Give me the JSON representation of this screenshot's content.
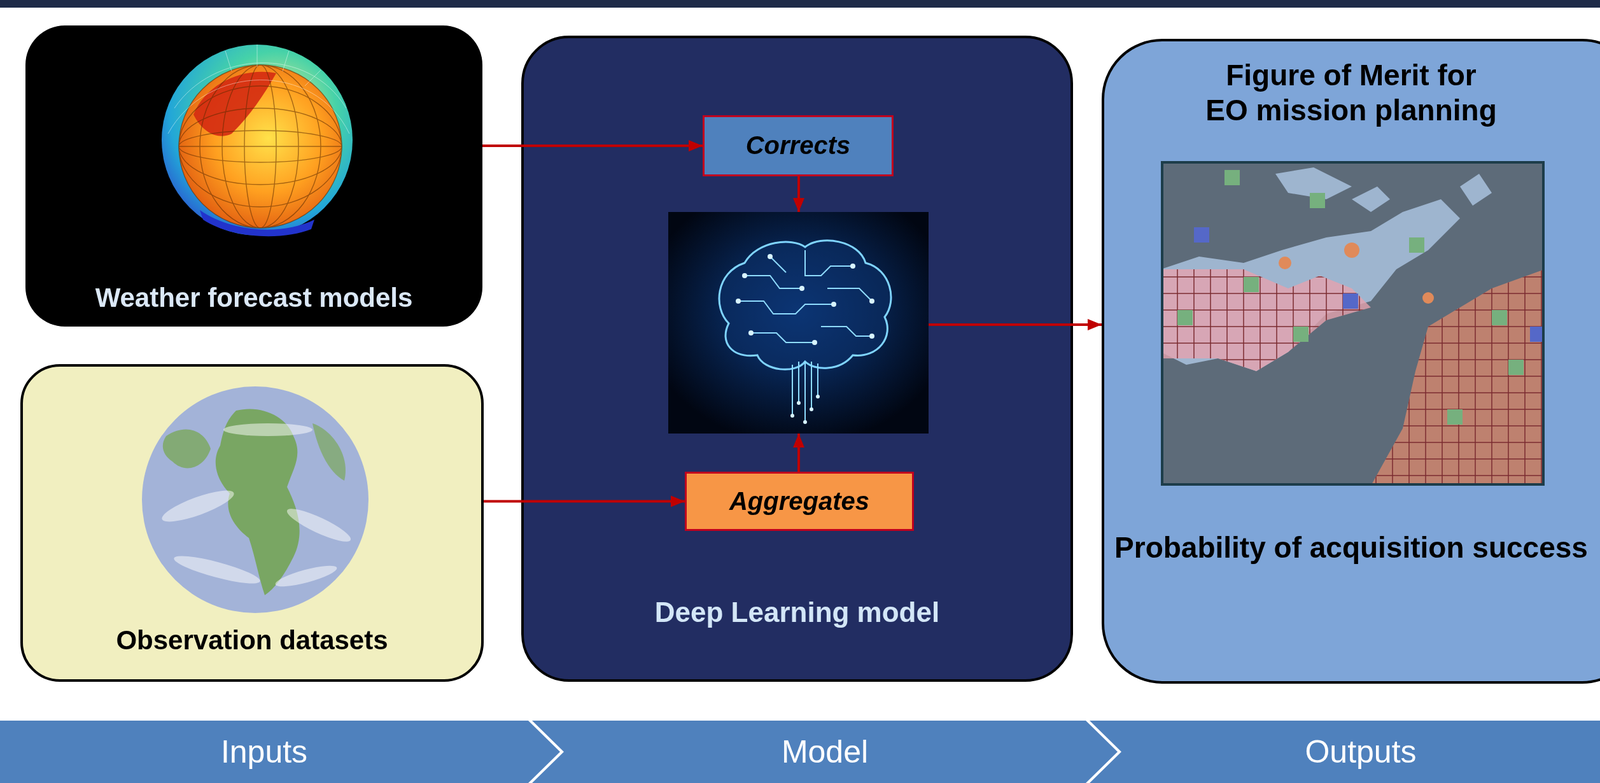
{
  "diagram": {
    "nodes": [
      {
        "text": [
          "Weather forecast models"
        ]
      },
      {
        "text": [
          "Observation datasets"
        ]
      },
      {
        "text": [
          "Deep Learning model"
        ]
      },
      {
        "text": [
          "Corrects"
        ],
        "in": 2
      },
      {
        "text": [
          "Aggregates"
        ],
        "in": 2
      },
      {
        "text": [
          "Figure of Merit for EO mission planning",
          "Probability of acquisition success"
        ]
      },
      {
        "text": [
          "Inputs"
        ]
      },
      {
        "text": [
          "Model"
        ]
      },
      {
        "text": [
          "Outputs"
        ]
      }
    ],
    "edges": [
      {
        "from": 0,
        "to": 3,
        "arrow": "to"
      },
      {
        "from": 1,
        "to": 4,
        "arrow": "to"
      },
      {
        "from": 2,
        "to": 5,
        "arrow": "to"
      }
    ]
  }
}
